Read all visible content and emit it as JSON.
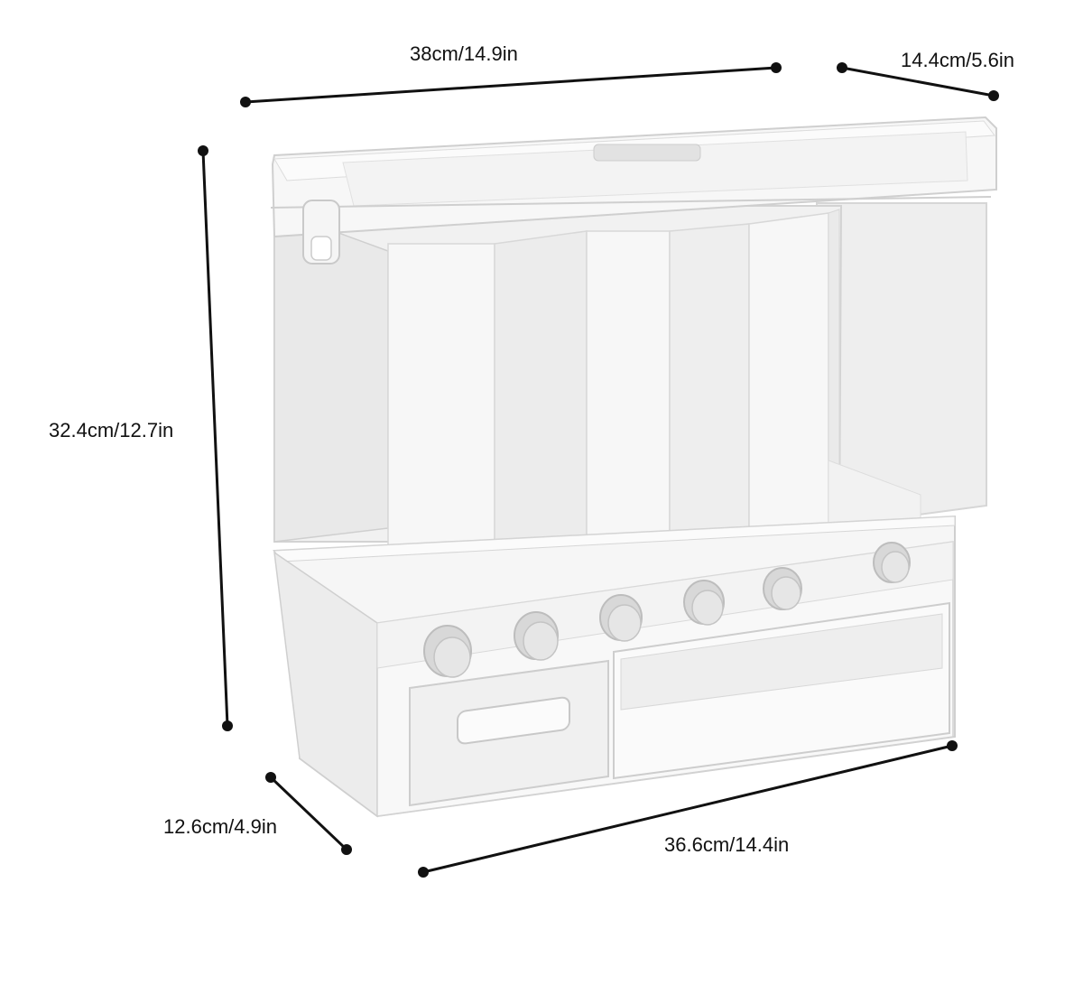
{
  "dimensions": {
    "top_width": "38cm/14.9in",
    "top_depth": "14.4cm/5.6in",
    "height": "32.4cm/12.7in",
    "bottom_depth": "12.6cm/4.9in",
    "bottom_width": "36.6cm/14.4in"
  },
  "product": {
    "compartments": 6,
    "knobs": 6
  },
  "colors": {
    "line": "#111111",
    "product_white": "#f4f4f4",
    "product_shade": "#e4e4e4",
    "product_edge": "#d0d0d0",
    "knob": "#d9d9d9"
  }
}
